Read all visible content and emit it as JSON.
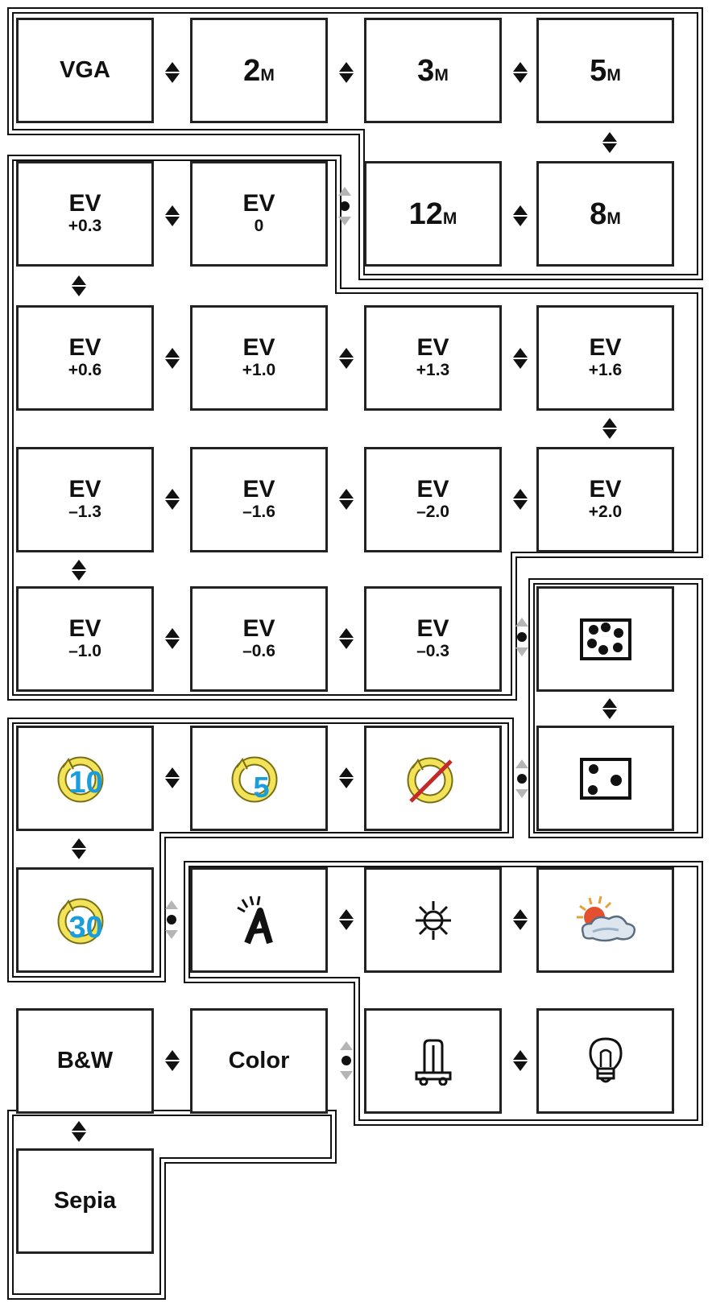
{
  "resolution": {
    "vga": "VGA",
    "m2": {
      "num": "2",
      "unit": "M"
    },
    "m3": {
      "num": "3",
      "unit": "M"
    },
    "m5": {
      "num": "5",
      "unit": "M"
    },
    "m8": {
      "num": "8",
      "unit": "M"
    },
    "m12": {
      "num": "12",
      "unit": "M"
    }
  },
  "exposure": {
    "p03": {
      "label": "EV",
      "value": "+0.3"
    },
    "z0": {
      "label": "EV",
      "value": "0"
    },
    "p06": {
      "label": "EV",
      "value": "+0.6"
    },
    "p10": {
      "label": "EV",
      "value": "+1.0"
    },
    "p13": {
      "label": "EV",
      "value": "+1.3"
    },
    "p16": {
      "label": "EV",
      "value": "+1.6"
    },
    "p20": {
      "label": "EV",
      "value": "+2.0"
    },
    "m13": {
      "label": "EV",
      "value": "–1.3"
    },
    "m16": {
      "label": "EV",
      "value": "–1.6"
    },
    "m20": {
      "label": "EV",
      "value": "–2.0"
    },
    "m10": {
      "label": "EV",
      "value": "–1.0"
    },
    "m06": {
      "label": "EV",
      "value": "–0.6"
    },
    "m03": {
      "label": "EV",
      "value": "–0.3"
    }
  },
  "self_timer": {
    "t10": "10",
    "t5": "5",
    "t30": "30"
  },
  "color_mode": {
    "bw": "B&W",
    "color": "Color",
    "sepia": "Sepia"
  },
  "icons": {
    "quality_fine": "quality-fine-icon",
    "quality_normal": "quality-normal-icon",
    "timer_off": "timer-off-icon",
    "wb_auto": "auto-white-balance-icon",
    "wb_daylight": "daylight-icon",
    "wb_cloudy": "cloudy-icon",
    "wb_fluorescent": "fluorescent-icon",
    "wb_tungsten": "tungsten-icon"
  },
  "colors": {
    "timer_ring": "#f2e35a",
    "timer_digits": "#1a9ddb",
    "timer_slash": "#c62828",
    "cloudy_sun": "#e4502f",
    "cloudy_cloud": "#9bb3c9"
  }
}
